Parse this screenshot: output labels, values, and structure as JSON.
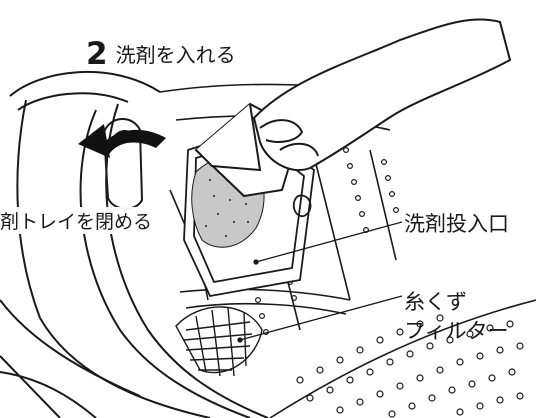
{
  "step": {
    "number": "2",
    "title": "洗剤を入れる"
  },
  "labels": {
    "close_tray": "剤トレイを閉める",
    "detergent_inlet": "洗剤投入口",
    "lint_filter_line1": "糸くず",
    "lint_filter_line2": "フィルター"
  },
  "colors": {
    "line": "#1a1a1a",
    "detergent": "#c8c8c8",
    "arrow": "#111111",
    "background": "#ffffff"
  }
}
